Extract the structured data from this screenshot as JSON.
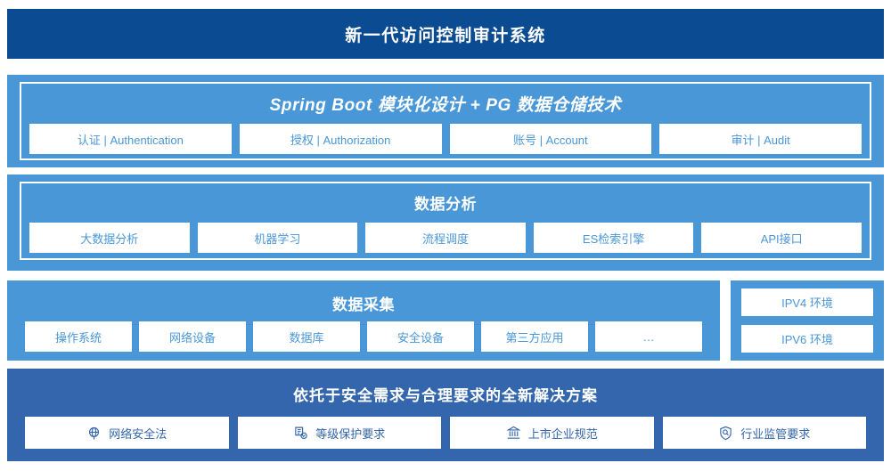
{
  "header": {
    "title": "新一代访问控制审计系统",
    "bg_color": "#0a4b91"
  },
  "colors": {
    "navy": "#0a4b91",
    "light_blue": "#4a97d8",
    "medium_blue": "#3366ad",
    "card_bg": "#ffffff"
  },
  "sections": {
    "springboot": {
      "title": "Spring Boot 模块化设计 + PG 数据仓储技术",
      "cards": [
        {
          "label": "认证 | Authentication"
        },
        {
          "label": "授权 | Authorization"
        },
        {
          "label": "账号 | Account"
        },
        {
          "label": "审计 | Audit"
        }
      ]
    },
    "analysis": {
      "title": "数据分析",
      "cards": [
        {
          "label": "大数据分析"
        },
        {
          "label": "机器学习"
        },
        {
          "label": "流程调度"
        },
        {
          "label": "ES检索引擎"
        },
        {
          "label": "API接口"
        }
      ]
    },
    "collection": {
      "title": "数据采集",
      "cards": [
        {
          "label": "操作系统"
        },
        {
          "label": "网络设备"
        },
        {
          "label": "数据库"
        },
        {
          "label": "安全设备"
        },
        {
          "label": "第三方应用"
        },
        {
          "label": "…"
        }
      ]
    },
    "environments": {
      "cards": [
        {
          "label": "IPV4 环境"
        },
        {
          "label": "IPV6 环境"
        }
      ]
    },
    "solution": {
      "title": "依托于安全需求与合理要求的全新解决方案",
      "cards": [
        {
          "label": "网络安全法",
          "icon": "globe-network-icon"
        },
        {
          "label": "等级保护要求",
          "icon": "document-check-icon"
        },
        {
          "label": "上市企业规范",
          "icon": "bank-building-icon"
        },
        {
          "label": "行业监管要求",
          "icon": "shield-search-icon"
        }
      ]
    }
  }
}
